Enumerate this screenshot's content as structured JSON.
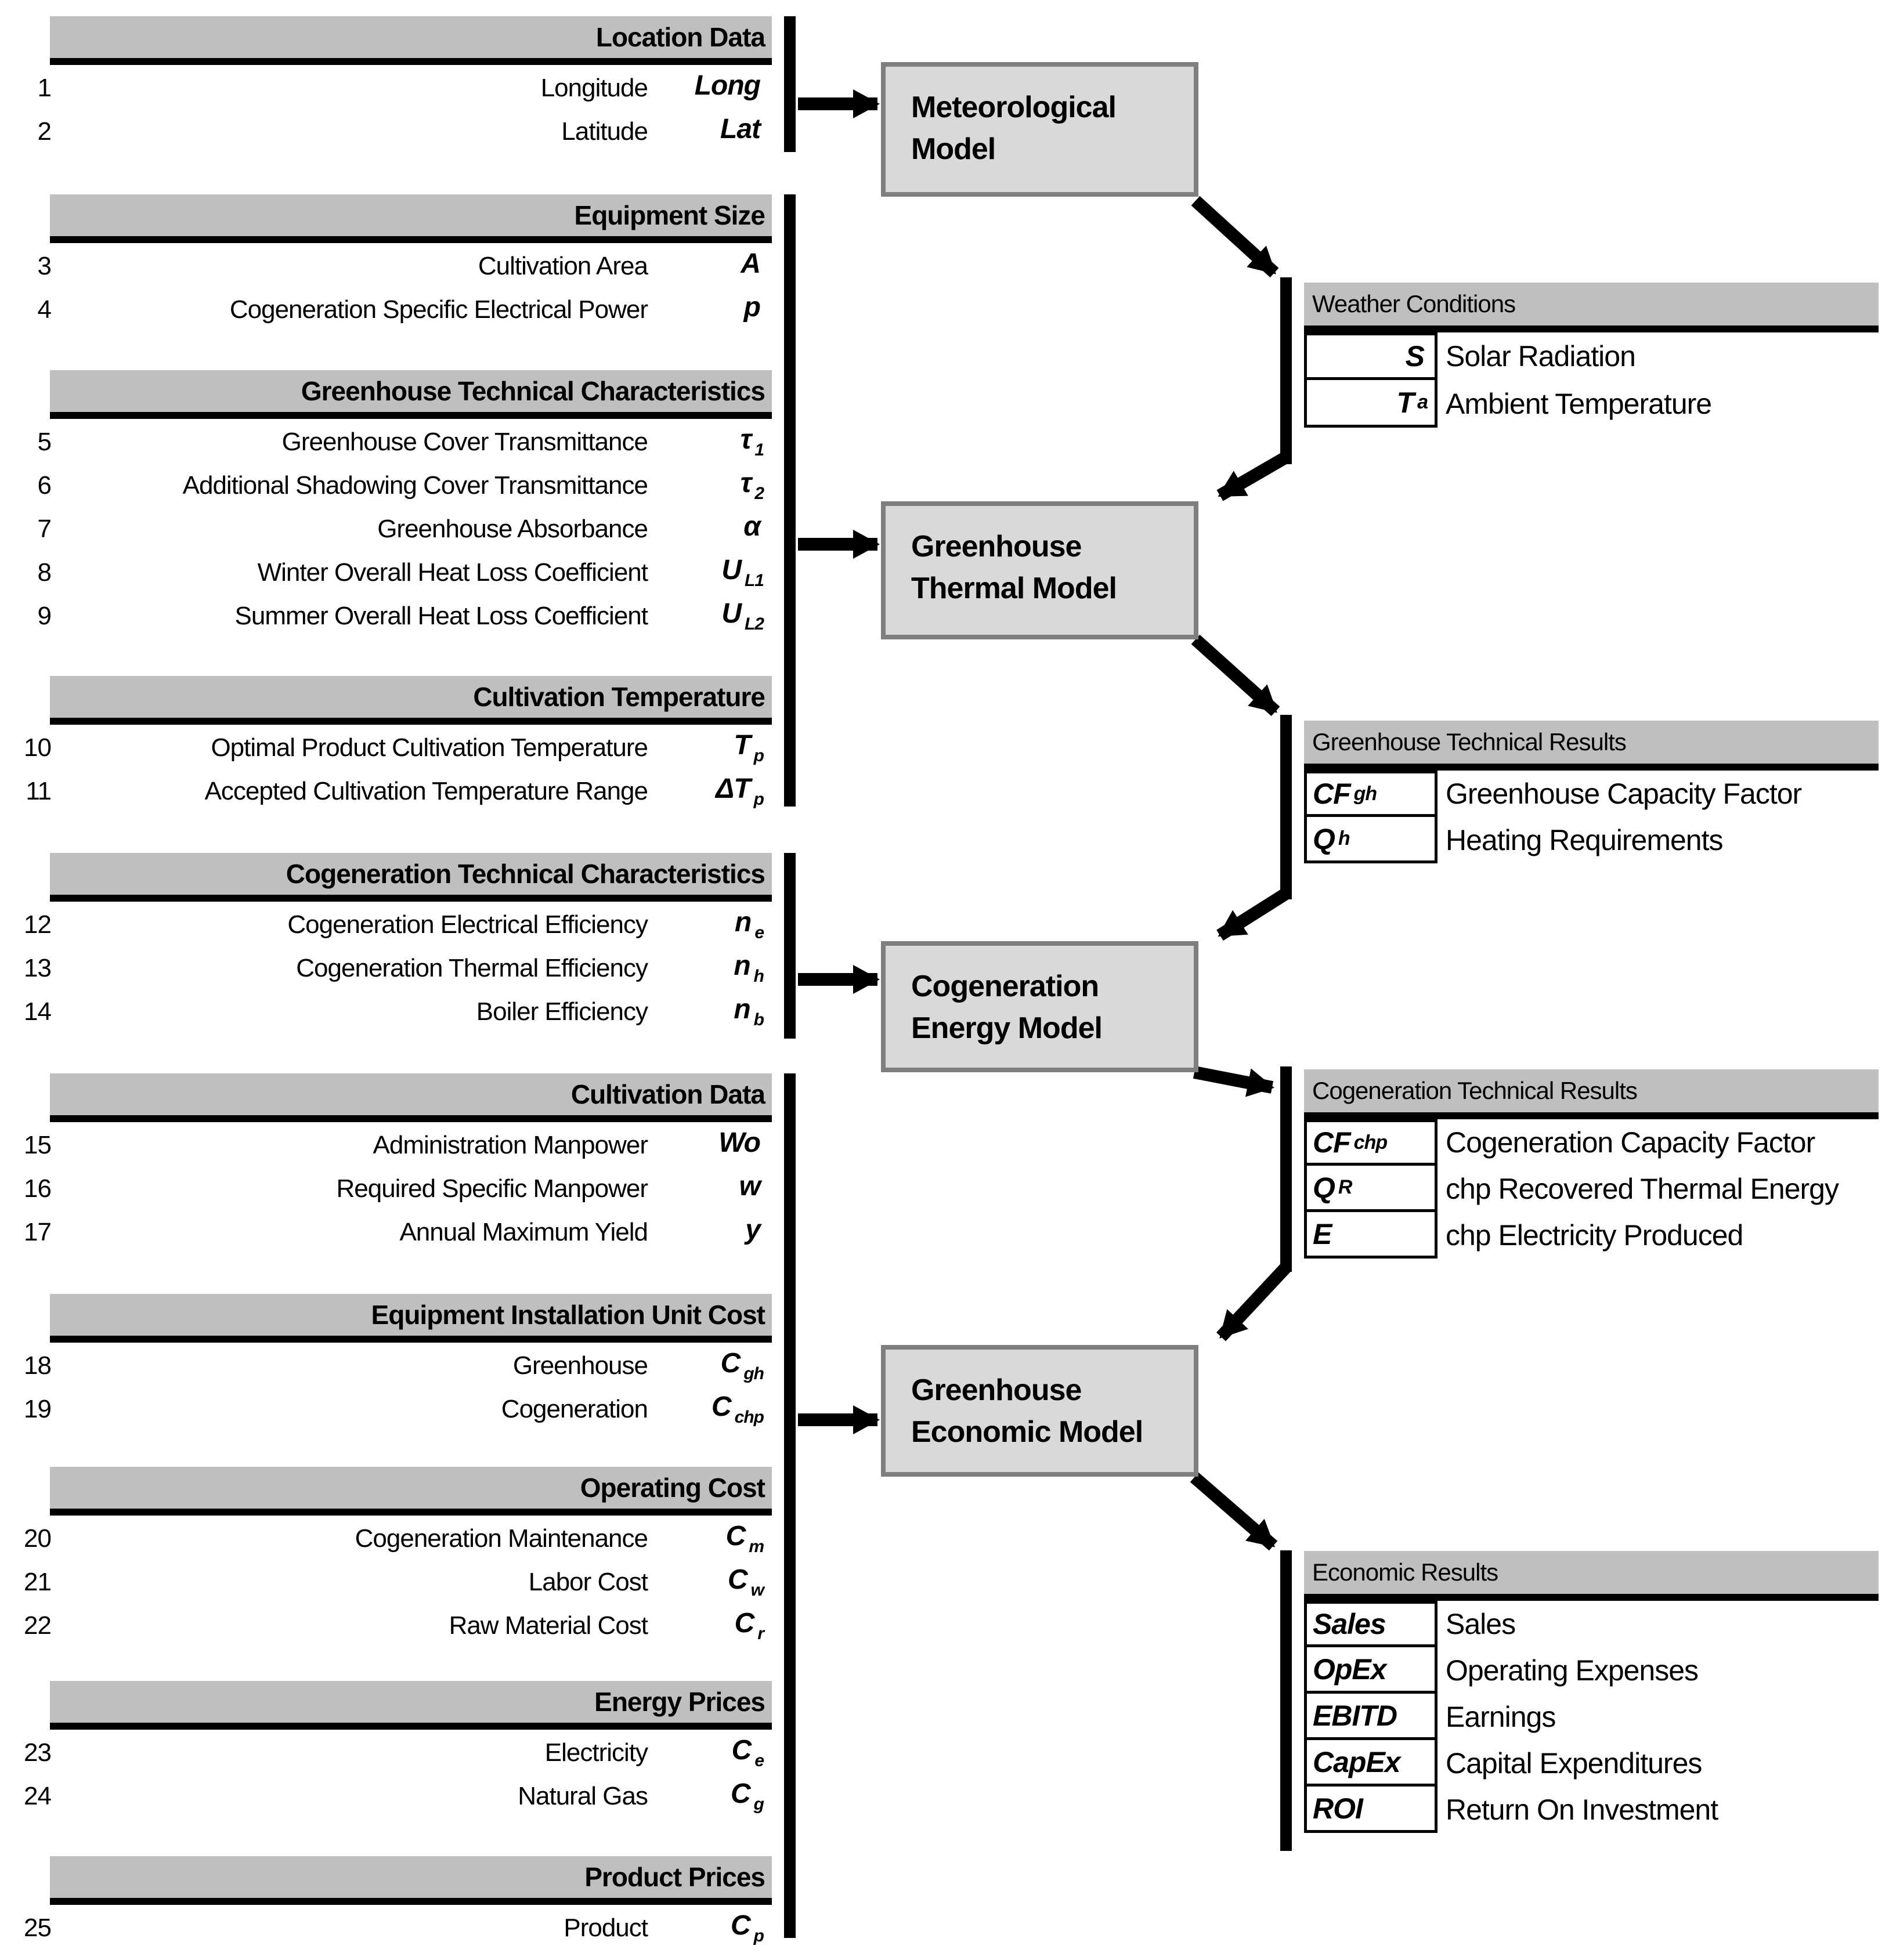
{
  "left_panel": {
    "groups": [
      {
        "title": "Location Data",
        "rows": [
          {
            "num": "1",
            "label": "Longitude",
            "sym": "Long",
            "sub": ""
          },
          {
            "num": "2",
            "label": "Latitude",
            "sym": "Lat",
            "sub": ""
          }
        ]
      },
      {
        "title": "Equipment Size",
        "rows": [
          {
            "num": "3",
            "label": "Cultivation Area",
            "sym": "A",
            "sub": ""
          },
          {
            "num": "4",
            "label": "Cogeneration Specific Electrical Power",
            "sym": "p",
            "sub": ""
          }
        ]
      },
      {
        "title": "Greenhouse Technical Characteristics",
        "rows": [
          {
            "num": "5",
            "label": "Greenhouse Cover Transmittance",
            "sym": "τ",
            "sub": "1"
          },
          {
            "num": "6",
            "label": "Additional Shadowing Cover Transmittance",
            "sym": "τ",
            "sub": "2"
          },
          {
            "num": "7",
            "label": "Greenhouse Absorbance",
            "sym": "α",
            "sub": ""
          },
          {
            "num": "8",
            "label": "Winter Overall Heat Loss Coefficient",
            "sym": "U",
            "sub": "L1"
          },
          {
            "num": "9",
            "label": "Summer Overall Heat Loss Coefficient",
            "sym": "U",
            "sub": "L2"
          }
        ]
      },
      {
        "title": "Cultivation Temperature",
        "rows": [
          {
            "num": "10",
            "label": "Optimal Product Cultivation Temperature",
            "sym": "T",
            "sub": "p"
          },
          {
            "num": "11",
            "label": "Accepted Cultivation Temperature Range",
            "sym": "ΔT",
            "sub": "p"
          }
        ]
      },
      {
        "title": "Cogeneration Technical Characteristics",
        "rows": [
          {
            "num": "12",
            "label": "Cogeneration Electrical Efficiency",
            "sym": "n",
            "sub": "e"
          },
          {
            "num": "13",
            "label": "Cogeneration Thermal Efficiency",
            "sym": "n",
            "sub": "h"
          },
          {
            "num": "14",
            "label": "Boiler Efficiency",
            "sym": "n",
            "sub": "b"
          }
        ]
      },
      {
        "title": "Cultivation Data",
        "rows": [
          {
            "num": "15",
            "label": "Administration Manpower",
            "sym": "Wo",
            "sub": ""
          },
          {
            "num": "16",
            "label": "Required Specific Manpower",
            "sym": "w",
            "sub": ""
          },
          {
            "num": "17",
            "label": "Annual Maximum Yield",
            "sym": "y",
            "sub": ""
          }
        ]
      },
      {
        "title": "Equipment Installation Unit Cost",
        "rows": [
          {
            "num": "18",
            "label": "Greenhouse",
            "sym": "C",
            "sub": "gh"
          },
          {
            "num": "19",
            "label": "Cogeneration",
            "sym": "C",
            "sub": "chp"
          }
        ]
      },
      {
        "title": "Operating Cost",
        "rows": [
          {
            "num": "20",
            "label": "Cogeneration Maintenance",
            "sym": "C",
            "sub": "m"
          },
          {
            "num": "21",
            "label": "Labor Cost",
            "sym": "C",
            "sub": "w"
          },
          {
            "num": "22",
            "label": "Raw Material Cost",
            "sym": "C",
            "sub": "r"
          }
        ]
      },
      {
        "title": "Energy Prices",
        "rows": [
          {
            "num": "23",
            "label": "Electricity",
            "sym": "C",
            "sub": "e"
          },
          {
            "num": "24",
            "label": "Natural Gas",
            "sym": "C",
            "sub": "g"
          }
        ]
      },
      {
        "title": "Product Prices",
        "rows": [
          {
            "num": "25",
            "label": "Product",
            "sym": "C",
            "sub": "p"
          }
        ]
      }
    ]
  },
  "models": [
    {
      "line1": "Meteorological",
      "line2": "Model"
    },
    {
      "line1": "Greenhouse",
      "line2": "Thermal Model"
    },
    {
      "line1": "Cogeneration",
      "line2": "Energy Model"
    },
    {
      "line1": "Greenhouse",
      "line2": "Economic Model"
    }
  ],
  "output_tables": [
    {
      "title": "Weather Conditions",
      "rows": [
        {
          "sym": "S",
          "sub": "",
          "desc": "Solar Radiation"
        },
        {
          "sym": "T",
          "sub": "a",
          "desc": "Ambient Temperature"
        }
      ]
    },
    {
      "title": "Greenhouse Technical Results",
      "rows": [
        {
          "sym": "CF",
          "sub": "gh",
          "desc": "Greenhouse Capacity Factor"
        },
        {
          "sym": "Q",
          "sub": "h",
          "desc": "Heating Requirements"
        }
      ]
    },
    {
      "title": "Cogeneration Technical Results",
      "rows": [
        {
          "sym": "CF",
          "sub": "chp",
          "desc": "Cogeneration Capacity Factor"
        },
        {
          "sym": "Q",
          "sub": "R",
          "desc": "chp Recovered Thermal Energy"
        },
        {
          "sym": "E",
          "sub": "",
          "desc": "chp Electricity Produced"
        }
      ]
    },
    {
      "title": "Economic Results",
      "rows": [
        {
          "sym": "Sales",
          "sub": "",
          "desc": "Sales"
        },
        {
          "sym": "OpEx",
          "sub": "",
          "desc": "Operating Expenses"
        },
        {
          "sym": "EBITD",
          "sub": "",
          "desc": "Earnings"
        },
        {
          "sym": "CapEx",
          "sub": "",
          "desc": "Capital Expenditures"
        },
        {
          "sym": "ROI",
          "sub": "",
          "desc": "Return On Investment"
        }
      ]
    }
  ],
  "colors": {
    "header_band": "#bfbfbf",
    "model_box_fill": "#d9d9d9",
    "model_box_border": "#7f7f7f",
    "ink": "#000000"
  }
}
